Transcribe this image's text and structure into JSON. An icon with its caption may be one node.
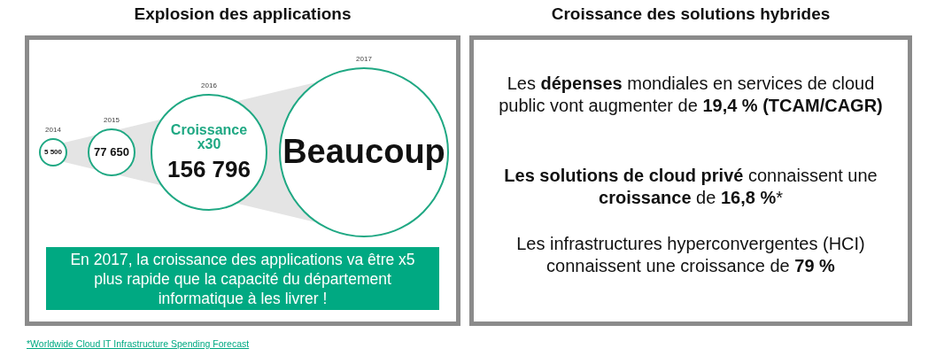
{
  "diagram": {
    "nodes": [
      {
        "text": [
          "Explosion des applications"
        ]
      },
      {
        "text": [
          "5 500"
        ],
        "beside": [
          "2014"
        ],
        "in": 0
      },
      {
        "text": [
          "77 650"
        ],
        "beside": [
          "2015"
        ],
        "in": 0
      },
      {
        "text": [
          "Croissance x30",
          "156 796"
        ],
        "beside": [
          "2016"
        ],
        "in": 0
      },
      {
        "text": [
          "Beaucoup"
        ],
        "beside": [
          "2017"
        ],
        "in": 0
      },
      {
        "text": [
          "En 2017, la croissance des applications va être x5 plus rapide que la capacité du département informatique à les livrer !"
        ],
        "in": 0
      },
      {
        "text": [
          "Croissance des solutions hybrides",
          "Les **dépenses** mondiales en services de cloud public vont augmenter de **19,4 % (TCAM/CAGR)**",
          "**Les solutions de cloud privé** connaissent une **croissance** de **16,8 %***",
          "Les infrastructures hyperconvergentes (HCI) connaissent une croissance de **79 %**"
        ]
      }
    ],
    "edges": [],
    "labels": [
      "*Worldwide Cloud IT Infrastructure Spending Forecast"
    ]
  }
}
